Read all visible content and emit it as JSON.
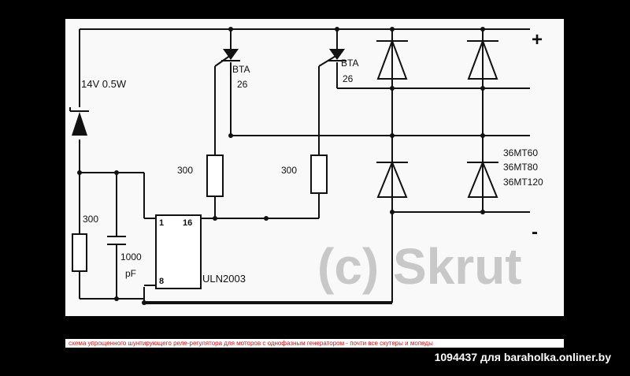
{
  "diagram": {
    "zener_label": "14V 0.5W",
    "thyristor_1": {
      "line1": "BTA",
      "line2": "26"
    },
    "thyristor_2": {
      "line1": "BTA",
      "line2": "26"
    },
    "resistor_left": "300",
    "resistor_mid_1": "300",
    "resistor_mid_2": "300",
    "capacitor": {
      "line1": "1000",
      "line2": "pF"
    },
    "ic_name": "ULN2003",
    "ic_pin_1": "1",
    "ic_pin_16": "16",
    "ic_pin_8": "8",
    "diodes_line1": "36MT60",
    "diodes_line2": "36MT80",
    "diodes_line3": "36MT120",
    "plus_sign": "+",
    "minus_sign": "-",
    "watermark": "(c) Skrut"
  },
  "caption": "схема упрощенного шунтирующего реле-регулятора для моторов с однофазным генератором - почти все скутеры и мопеды",
  "footer": "1094437 для baraholka.onliner.by",
  "colors": {
    "panel": "#f9f9f9",
    "ink": "#111111",
    "caption_text": "#dd1111",
    "watermark": "#c8c8c8"
  }
}
